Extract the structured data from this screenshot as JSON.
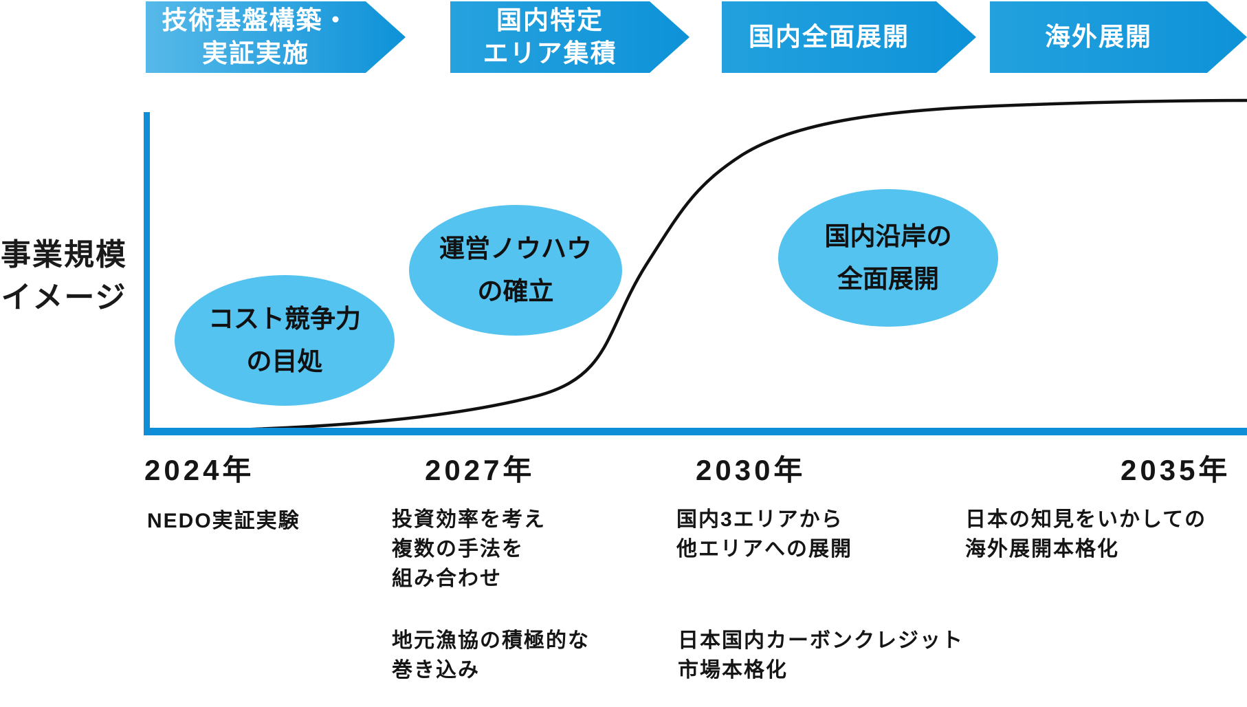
{
  "colors": {
    "arrow_blue_light": "#56b9e9",
    "arrow_blue": "#0e92d8",
    "axis_blue": "#0d8ed6",
    "ellipse_blue": "#55c3f0",
    "curve_black": "#111111",
    "text_black": "#1a1a1a",
    "arrow_text_white": "#ffffff"
  },
  "phase_arrows": [
    {
      "lines": [
        "技術基盤構築・",
        "実証実施"
      ]
    },
    {
      "lines": [
        "国内特定",
        "エリア集積"
      ]
    },
    {
      "lines": [
        "国内全面展開"
      ]
    },
    {
      "lines": [
        "海外展開"
      ]
    }
  ],
  "y_axis_label": {
    "lines": [
      "事業規模",
      "イメージ"
    ]
  },
  "milestone_ellipses": [
    {
      "lines": [
        "コスト競争力",
        "の目処"
      ]
    },
    {
      "lines": [
        "運営ノウハウ",
        "の確立"
      ]
    },
    {
      "lines": [
        "国内沿岸の",
        "全面展開"
      ]
    }
  ],
  "timeline": {
    "years": [
      "2024年",
      "2027年",
      "2030年",
      "2035年"
    ],
    "columns": [
      {
        "blocks": [
          [
            "NEDO実証実験"
          ]
        ]
      },
      {
        "blocks": [
          [
            "投資効率を考え",
            "複数の手法を",
            "組み合わせ"
          ],
          [
            "地元漁協の積極的な",
            "巻き込み"
          ]
        ]
      },
      {
        "blocks": [
          [
            "国内3エリアから",
            "他エリアへの展開"
          ],
          [
            "日本国内カーボンクレジット",
            "市場本格化"
          ]
        ]
      },
      {
        "blocks": [
          [
            "日本の知見をいかしての",
            "海外展開本格化"
          ]
        ]
      }
    ]
  }
}
